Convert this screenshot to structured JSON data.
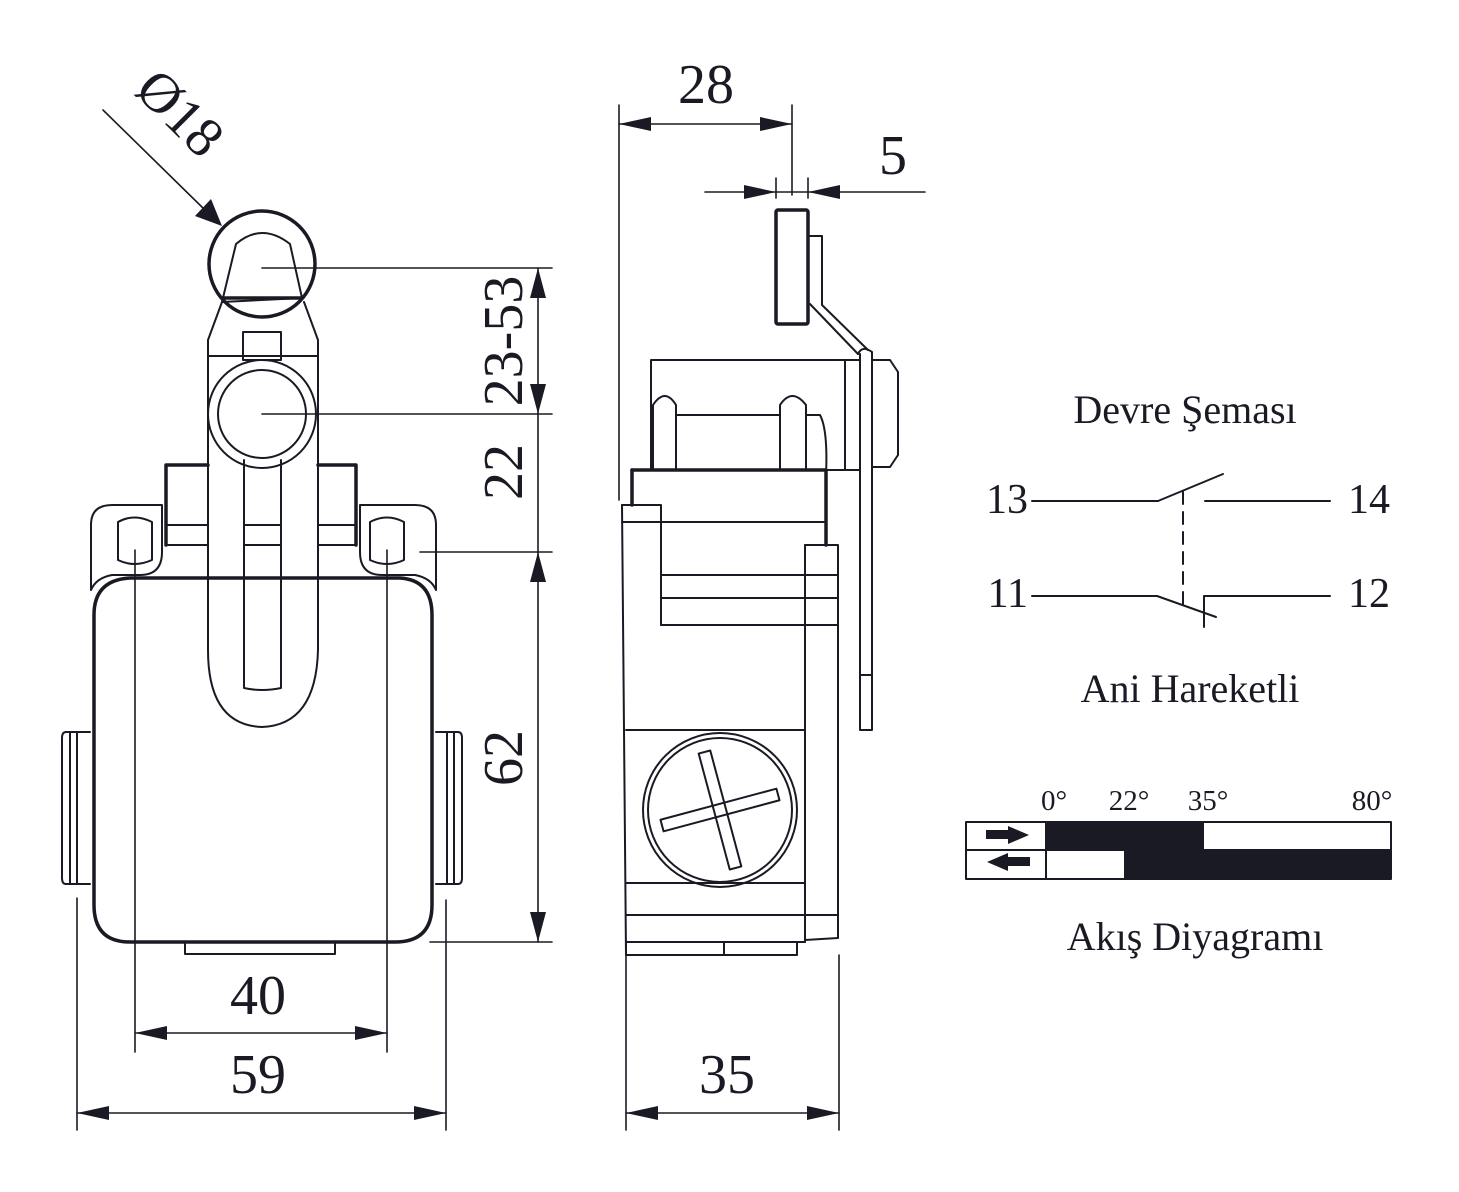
{
  "front_view": {
    "roller_diameter": "Ø18",
    "lever_travel": "23-53",
    "lever_axis_height": "22",
    "body_height": "62",
    "mounting_hole_spacing": "40",
    "body_width": "59"
  },
  "side_view": {
    "roller_offset": "28",
    "roller_width": "5",
    "body_depth": "35"
  },
  "circuit": {
    "title": "Devre Şeması",
    "subtitle": "Ani Hareketli",
    "terminals": {
      "no_in": "13",
      "no_out": "14",
      "nc_in": "11",
      "nc_out": "12"
    }
  },
  "travel_diagram": {
    "title": "Akış Diyagramı",
    "angle_labels": [
      "0°",
      "22°",
      "35°",
      "80°"
    ],
    "rows": [
      {
        "direction": "forward",
        "icon": "arrow-right-icon",
        "closed_from": 0,
        "closed_to": 35,
        "max": 80
      },
      {
        "direction": "return",
        "icon": "arrow-left-icon",
        "closed_from": 22,
        "closed_to": 80,
        "max": 80
      }
    ],
    "fill_color": "#1a1a24"
  }
}
